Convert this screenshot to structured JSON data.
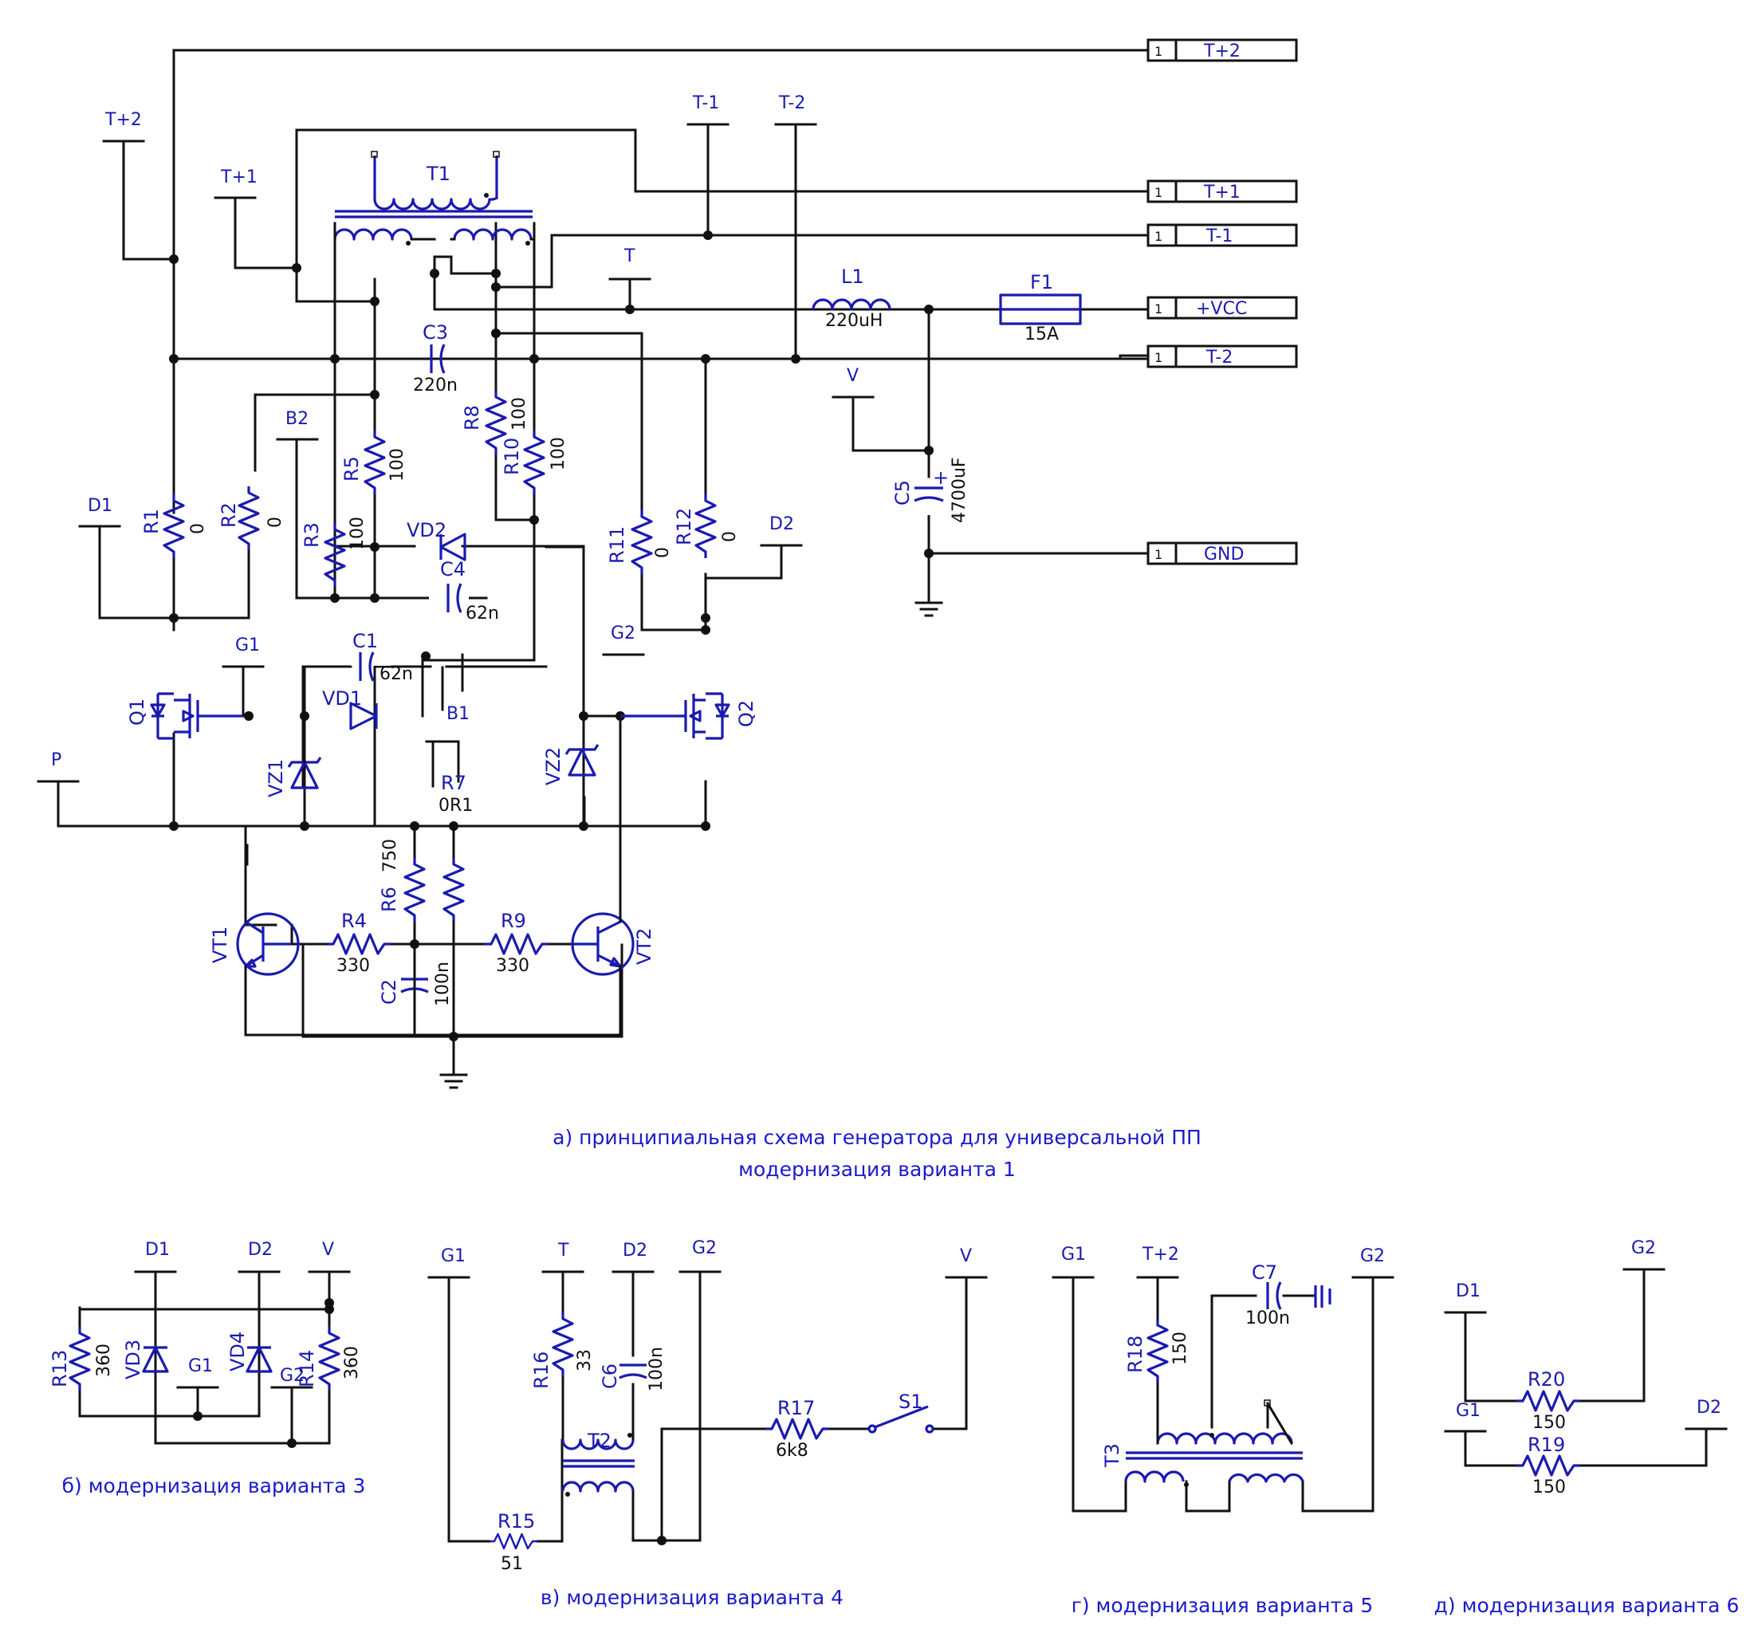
{
  "connectors": [
    {
      "id": "tp2",
      "pin": "1",
      "label": "T+2"
    },
    {
      "id": "tp1",
      "pin": "1",
      "label": "T+1"
    },
    {
      "id": "tm1",
      "pin": "1",
      "label": "T-1"
    },
    {
      "id": "vcc",
      "pin": "1",
      "label": "+VCC"
    },
    {
      "id": "tm2",
      "pin": "1",
      "label": "T-2"
    },
    {
      "id": "gnd",
      "pin": "1",
      "label": "GND"
    }
  ],
  "net_labels": {
    "tp2": "T+2",
    "tp1": "T+1",
    "tm1": "T-1",
    "tm2": "T-2",
    "t": "T",
    "v": "V",
    "b2": "B2",
    "d1": "D1",
    "d2": "D2",
    "g1": "G1",
    "g2": "G2",
    "b1": "B1",
    "p": "P"
  },
  "components": {
    "t1": "T1",
    "r1": "R1",
    "r1v": "0",
    "r2": "R2",
    "r2v": "0",
    "r3": "R3",
    "r3v": "100",
    "r5": "R5",
    "r5v": "100",
    "r8": "R8",
    "r8v": "100",
    "r10": "R10",
    "r10v": "100",
    "r11": "R11",
    "r11v": "0",
    "r12": "R12",
    "r12v": "0",
    "c3": "C3",
    "c3v": "220n",
    "vd2": "VD2",
    "c4": "C4",
    "c4v": "62n",
    "c1": "C1",
    "c1v": "62n",
    "vd1": "VD1",
    "vz1": "VZ1",
    "vz2": "VZ2",
    "q1": "Q1",
    "q2": "Q2",
    "r7": "R7",
    "r7v": "0R1",
    "r6": "R6",
    "r6v": "750",
    "r4": "R4",
    "r4v": "330",
    "r9": "R9",
    "r9v": "330",
    "c2": "C2",
    "c2v": "100n",
    "vt1": "VT1",
    "vt2": "VT2",
    "l1": "L1",
    "l1v": "220uH",
    "f1": "F1",
    "f1v": "15A",
    "c5": "C5",
    "c5v": "4700uF",
    "c5plus": "+"
  },
  "variant_b": {
    "d1": "D1",
    "d2": "D2",
    "v": "V",
    "g1": "G1",
    "g2": "G2",
    "r13": "R13",
    "r13v": "360",
    "r14": "R14",
    "r14v": "360",
    "vd3": "VD3",
    "vd4": "VD4"
  },
  "variant_v": {
    "g1": "G1",
    "t": "T",
    "d2": "D2",
    "g2": "G2",
    "v": "V",
    "r16": "R16",
    "r16v": "33",
    "c6": "C6",
    "c6v": "100n",
    "t2": "T2",
    "r17": "R17",
    "r17v": "6k8",
    "s1": "S1",
    "r15": "R15",
    "r15v": "51"
  },
  "variant_g": {
    "g1": "G1",
    "tp2": "T+2",
    "g2": "G2",
    "c7": "C7",
    "c7v": "100n",
    "r18": "R18",
    "r18v": "150",
    "t3": "T3"
  },
  "variant_d": {
    "d1": "D1",
    "g2": "G2",
    "g1": "G1",
    "d2": "D2",
    "r20": "R20",
    "r20v": "150",
    "r19": "R19",
    "r19v": "150"
  },
  "captions": {
    "main_line1": "а) принципиальная схема генератора для универсальной  ПП",
    "main_line2": "модернизация варианта 1",
    "b": "б) модернизация варианта 3",
    "v": "в) модернизация варианта 4",
    "g": "г) модернизация варианта 5",
    "d": "д) модернизация варианта 6"
  },
  "colors": {
    "wire": "#111111",
    "component": "#1a1ab0",
    "caption": "#1a1acc"
  }
}
